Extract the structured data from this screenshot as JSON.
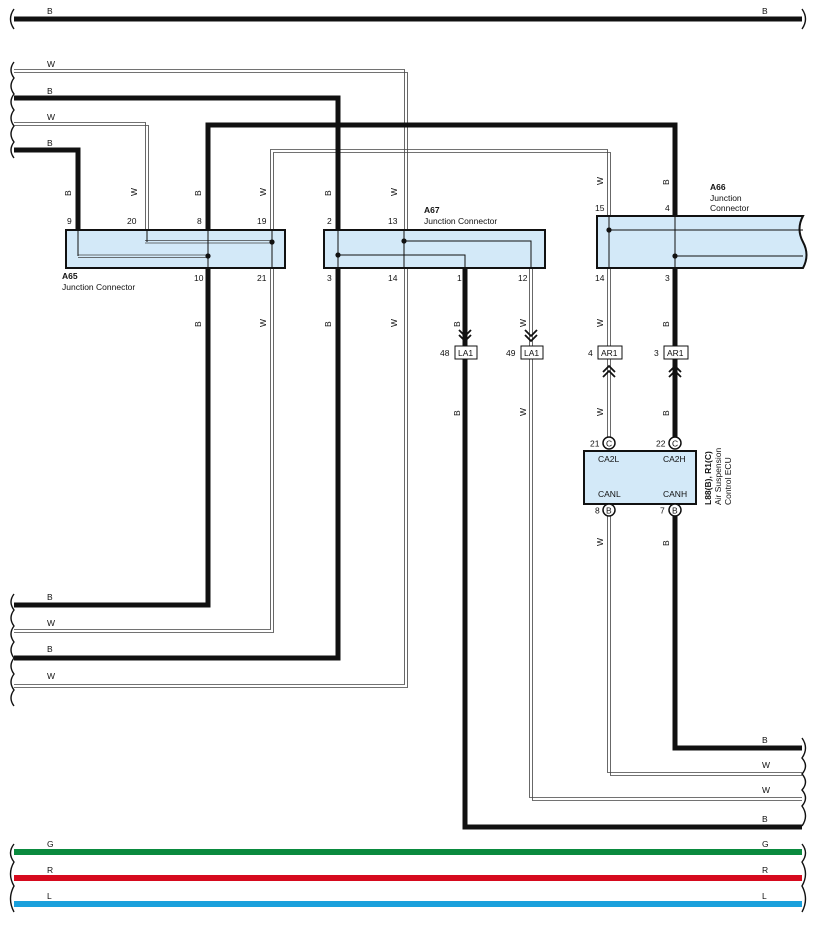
{
  "colors": {
    "B": "#111111",
    "W": "#ffffff",
    "G": "#0a8a3e",
    "R": "#d60a1e",
    "L": "#1aa0dc",
    "connector_fill": "#d3e9f8"
  },
  "wire_labels": {
    "b": "B",
    "w": "W",
    "g": "G",
    "r": "R",
    "l": "L"
  },
  "connectors": {
    "a65": {
      "id": "A65",
      "name": "Junction Connector",
      "pins": {
        "p9": "9",
        "p20": "20",
        "p8": "8",
        "p19": "19",
        "p10": "10",
        "p21": "21"
      }
    },
    "a67": {
      "id": "A67",
      "name": "Junction Connector",
      "pins": {
        "p2": "2",
        "p13": "13",
        "p3": "3",
        "p14": "14",
        "p1": "1",
        "p12": "12"
      }
    },
    "a66": {
      "id": "A66",
      "name_line1": "Junction",
      "name_line2": "Connector",
      "pins": {
        "p15": "15",
        "p4": "4",
        "p14": "14",
        "p3": "3"
      }
    }
  },
  "inline_connectors": {
    "la1_48": {
      "id": "LA1",
      "pin": "48"
    },
    "la1_49": {
      "id": "LA1",
      "pin": "49"
    },
    "ar1_4": {
      "id": "AR1",
      "pin": "4"
    },
    "ar1_3": {
      "id": "AR1",
      "pin": "3"
    }
  },
  "ecu": {
    "code": "L88(B), R1(C)",
    "name_line1": "Air Suspension",
    "name_line2": "Control ECU",
    "pins": {
      "ca2l": {
        "label": "CA2L",
        "pin": "21",
        "conn": "C"
      },
      "ca2h": {
        "label": "CA2H",
        "pin": "22",
        "conn": "C"
      },
      "canl": {
        "label": "CANL",
        "pin": "8",
        "conn": "B"
      },
      "canh": {
        "label": "CANH",
        "pin": "7",
        "conn": "B"
      }
    }
  }
}
